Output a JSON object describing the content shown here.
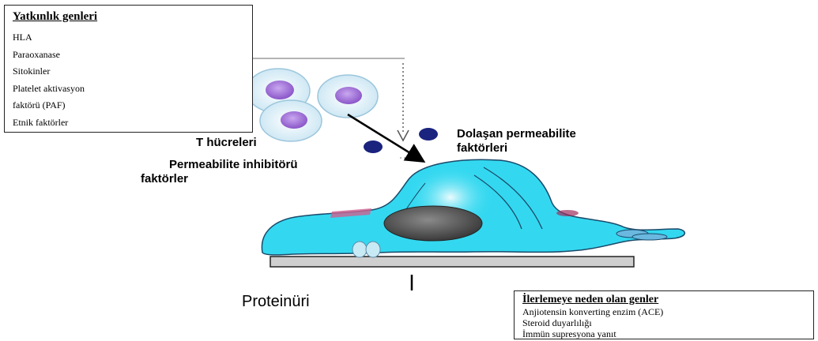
{
  "susceptibility_box": {
    "title": "Yatkınlık genleri",
    "items": [
      "HLA",
      "Paraoxanase",
      "Sitokinler",
      "Platelet aktivasyon",
      "faktörü (PAF)",
      "Etnik faktörler"
    ]
  },
  "progression_box": {
    "title": "İlerlemeye neden olan genler",
    "items": [
      "Anjiotensin konverting enzim (ACE)",
      "Steroid duyarlılığı",
      "İmmün supresyona yanıt"
    ]
  },
  "labels": {
    "t_cells": "T hücreleri",
    "circulating_factors_line1": "Dolaşan permeabilite",
    "circulating_factors_line2": "faktörleri",
    "inhibitor_line1": "Permeabilite inhibitörü",
    "inhibitor_line2": "faktörler",
    "proteinuria": "Proteinüri"
  },
  "colors": {
    "cell_fill": "#33d8f0",
    "cell_outline": "#1a4a6a",
    "lymphocyte_outer": "#eaf6fb",
    "lymphocyte_nucleus": "#a070d8",
    "factor_blob": "#1a237e",
    "basement_membrane": "#cfcfcf"
  }
}
